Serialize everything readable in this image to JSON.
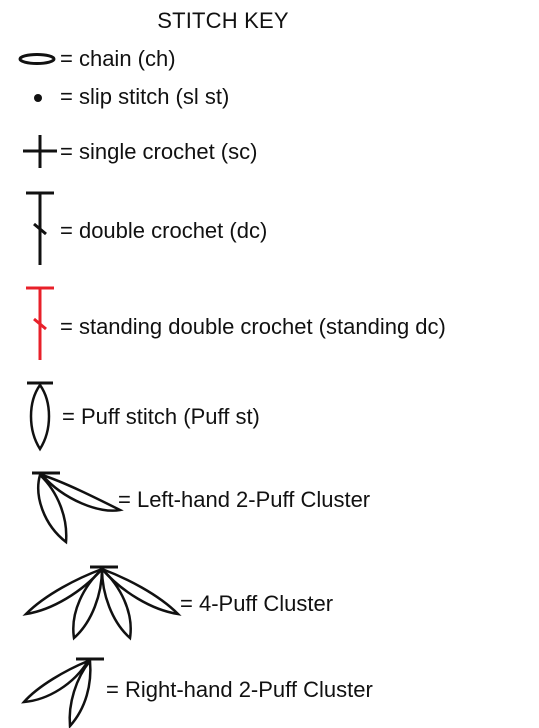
{
  "key": {
    "title": "STITCH KEY",
    "entries": [
      {
        "symbol": "chain-icon",
        "text": "= chain (ch)"
      },
      {
        "symbol": "slip-stitch-icon",
        "text": "= slip stitch (sl st)"
      },
      {
        "symbol": "single-crochet-icon",
        "text": "= single crochet (sc)"
      },
      {
        "symbol": "double-crochet-icon",
        "text": "= double crochet (dc)"
      },
      {
        "symbol": "standing-double-crochet-icon",
        "text": "= standing double crochet (standing dc)"
      },
      {
        "symbol": "puff-stitch-icon",
        "text": "= Puff stitch (Puff st)"
      },
      {
        "symbol": "left-hand-2-puff-cluster-icon",
        "text": "= Left-hand 2-Puff Cluster"
      },
      {
        "symbol": "4-puff-cluster-icon",
        "text": "= 4-Puff Cluster"
      },
      {
        "symbol": "right-hand-2-puff-cluster-icon",
        "text": "= Right-hand 2-Puff Cluster"
      }
    ]
  },
  "colors": {
    "ink": "#111111",
    "standing_accent": "#e8202a"
  }
}
